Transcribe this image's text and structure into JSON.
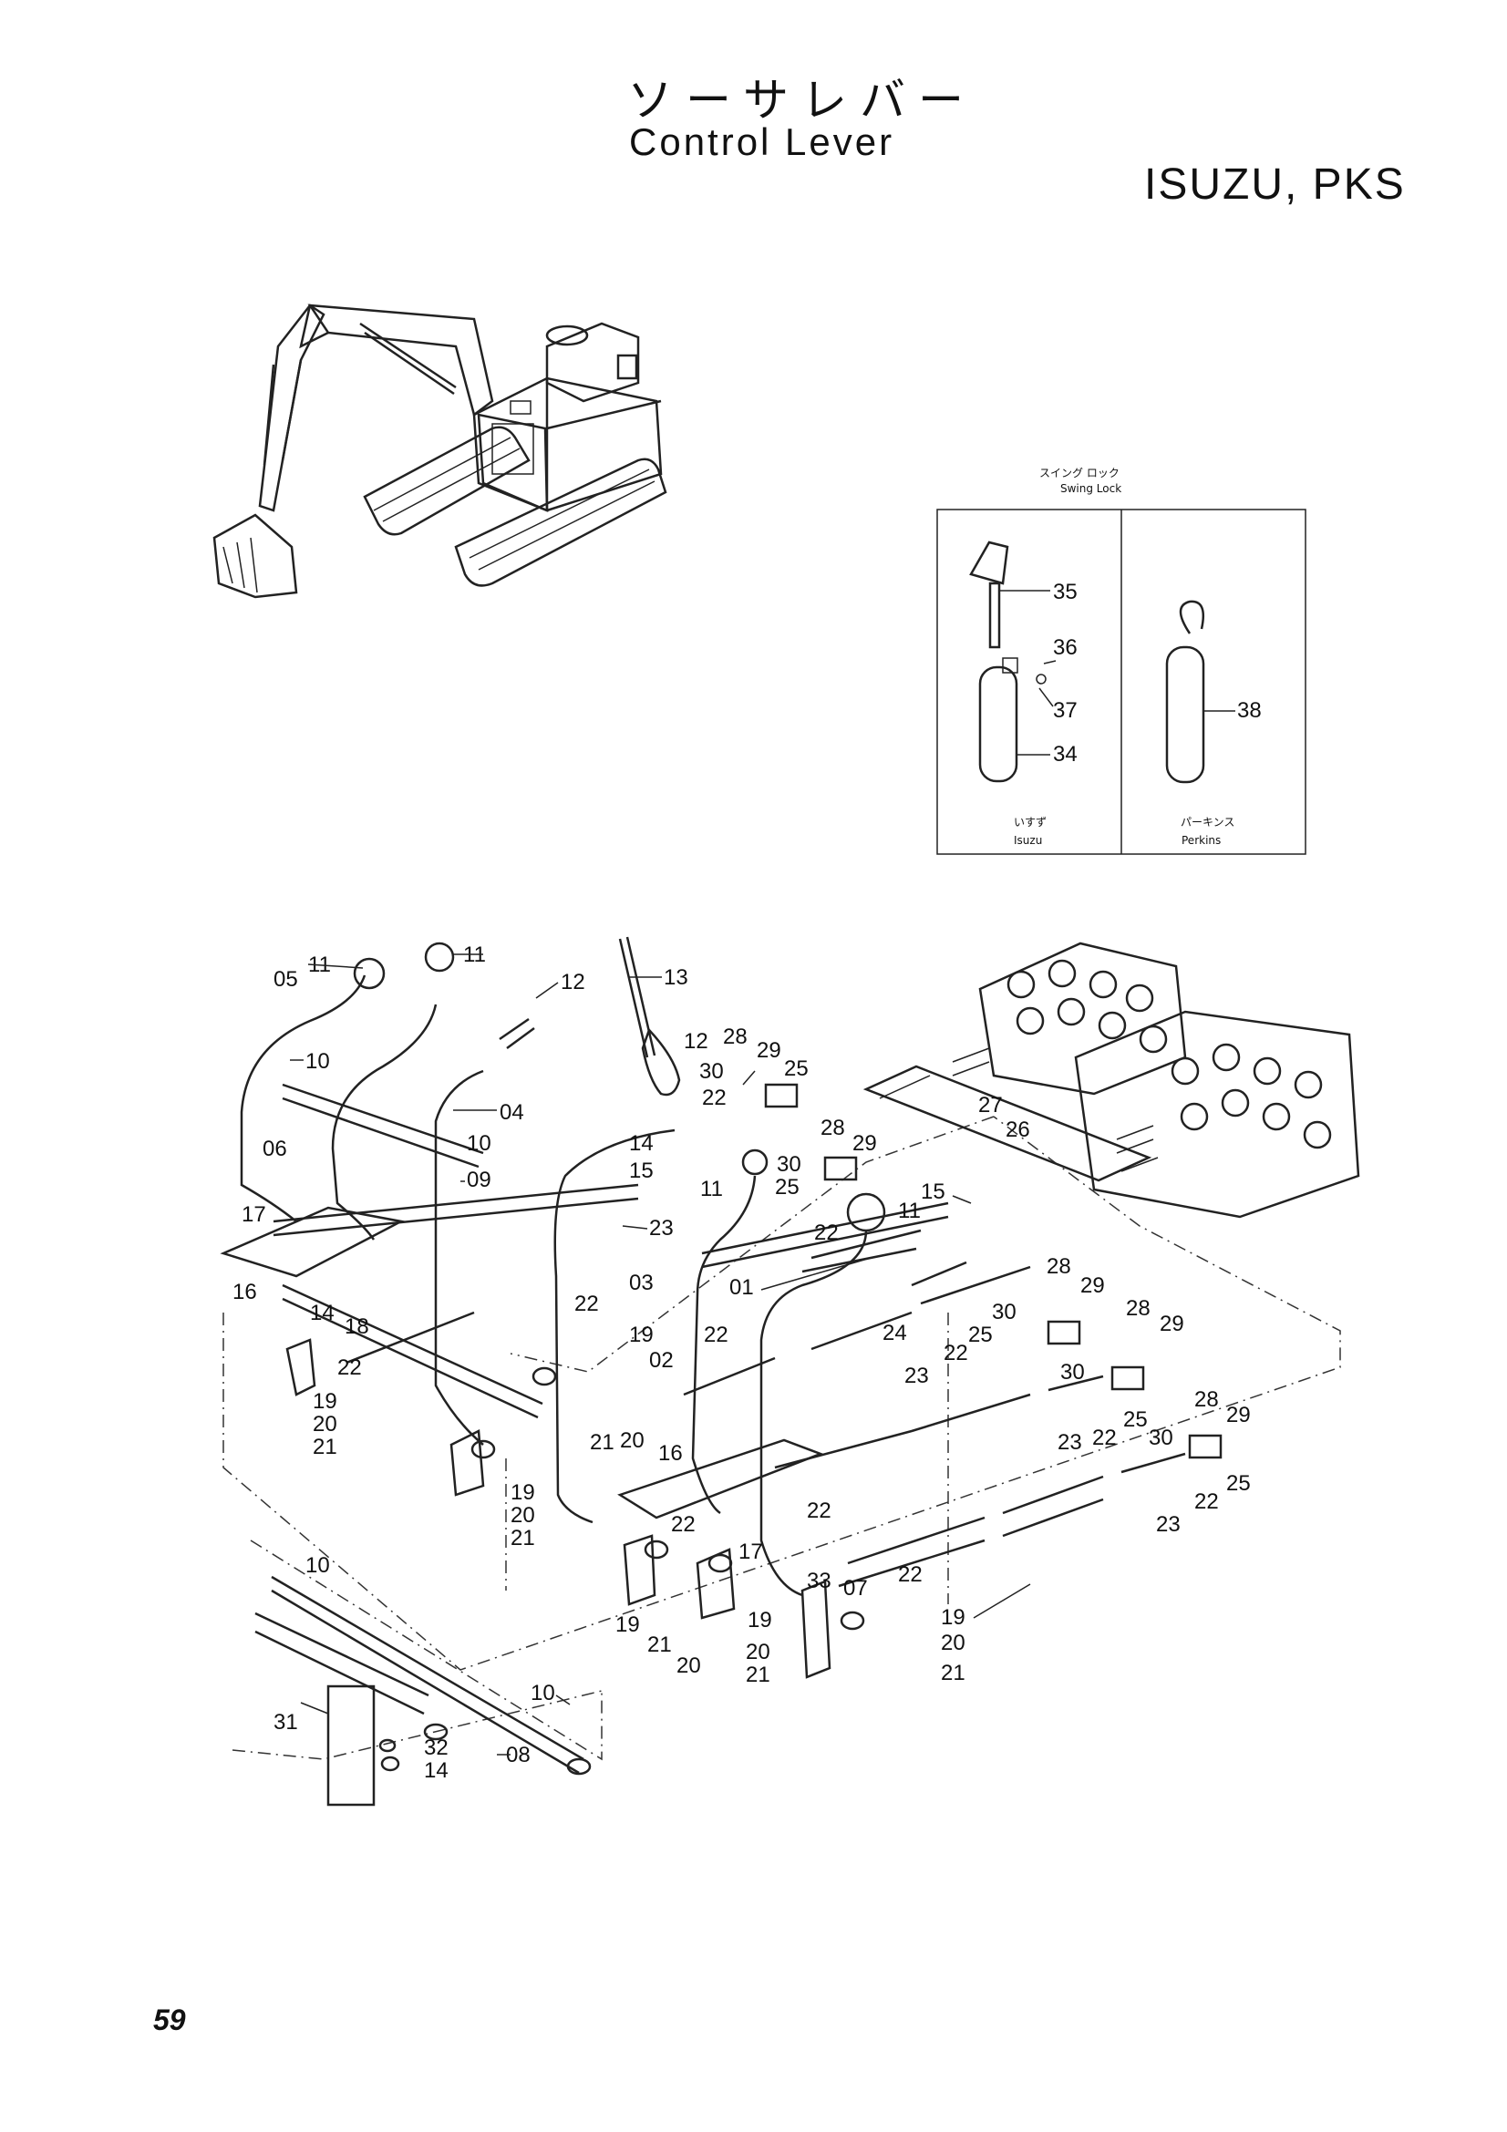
{
  "title": {
    "japanese": "ソーサレバー",
    "english": "Control Lever",
    "model": "ISUZU, PKS"
  },
  "page_number": "59",
  "inset": {
    "heading_jp": "スイング ロック",
    "heading_en": "Swing Lock",
    "left_jp": "いすず",
    "left_en": "Isuzu",
    "right_jp": "パーキンス",
    "right_en": "Perkins",
    "callouts": [
      "35",
      "36",
      "37",
      "34",
      "38"
    ]
  },
  "callouts": [
    "05",
    "11",
    "11",
    "12",
    "13",
    "12",
    "10",
    "04",
    "06",
    "10",
    "09",
    "28",
    "29",
    "30",
    "25",
    "22",
    "14",
    "15",
    "27",
    "26",
    "15",
    "28",
    "29",
    "30",
    "25",
    "11",
    "11",
    "22",
    "23",
    "17",
    "16",
    "14",
    "18",
    "22",
    "03",
    "19",
    "02",
    "22",
    "01",
    "24",
    "28",
    "29",
    "30",
    "25",
    "22",
    "22",
    "19",
    "20",
    "21",
    "21",
    "20",
    "23",
    "28",
    "29",
    "30",
    "25",
    "22",
    "19",
    "20",
    "21",
    "16",
    "23",
    "28",
    "29",
    "30",
    "25",
    "22",
    "22",
    "17",
    "22",
    "23",
    "10",
    "33",
    "07",
    "22",
    "19",
    "19",
    "21",
    "20",
    "21",
    "20",
    "19",
    "20",
    "21",
    "31",
    "32",
    "14",
    "08",
    "10"
  ]
}
